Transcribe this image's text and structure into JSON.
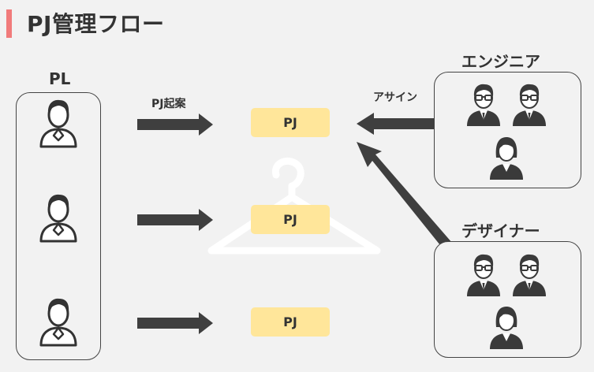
{
  "title": "PJ管理フロー",
  "groups": {
    "pl": "PL",
    "engineer": "エンジニア",
    "designer": "デザイナー"
  },
  "flow_labels": {
    "kick_off": "PJ起案",
    "assign": "アサイン"
  },
  "projects": [
    "PJ",
    "PJ",
    "PJ"
  ],
  "colors": {
    "accent": "#f17b7b",
    "project_box": "#ffe69a",
    "arrow": "#3f3f3f"
  },
  "icons": [
    "person-outline-icon",
    "man-with-glasses-icon",
    "woman-icon",
    "hanger-icon",
    "arrow-icon"
  ]
}
